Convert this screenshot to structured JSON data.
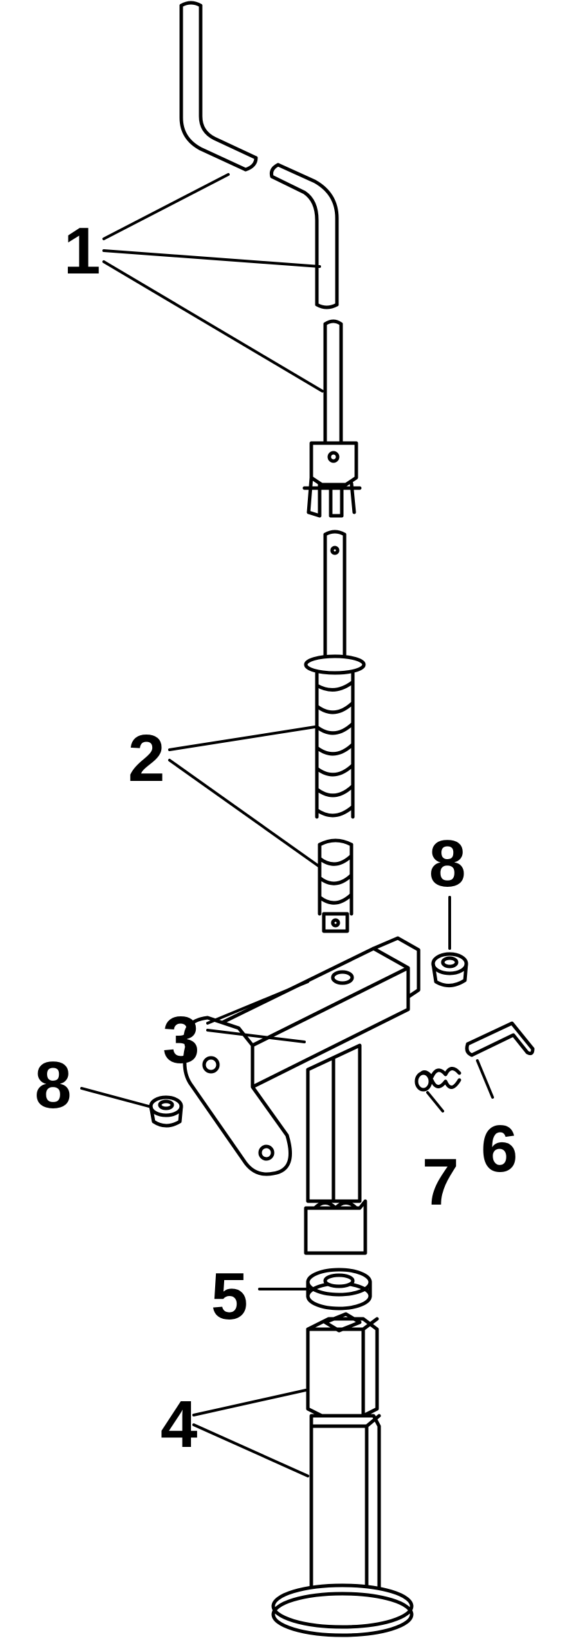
{
  "callouts": [
    {
      "id": "1",
      "label": "1"
    },
    {
      "id": "2",
      "label": "2"
    },
    {
      "id": "3",
      "label": "3"
    },
    {
      "id": "4",
      "label": "4"
    },
    {
      "id": "5",
      "label": "5"
    },
    {
      "id": "6",
      "label": "6"
    },
    {
      "id": "7",
      "label": "7"
    },
    {
      "id": "8a",
      "label": "8"
    },
    {
      "id": "8b",
      "label": "8"
    }
  ],
  "colors": {
    "ink": "#000000",
    "paper": "#ffffff"
  }
}
